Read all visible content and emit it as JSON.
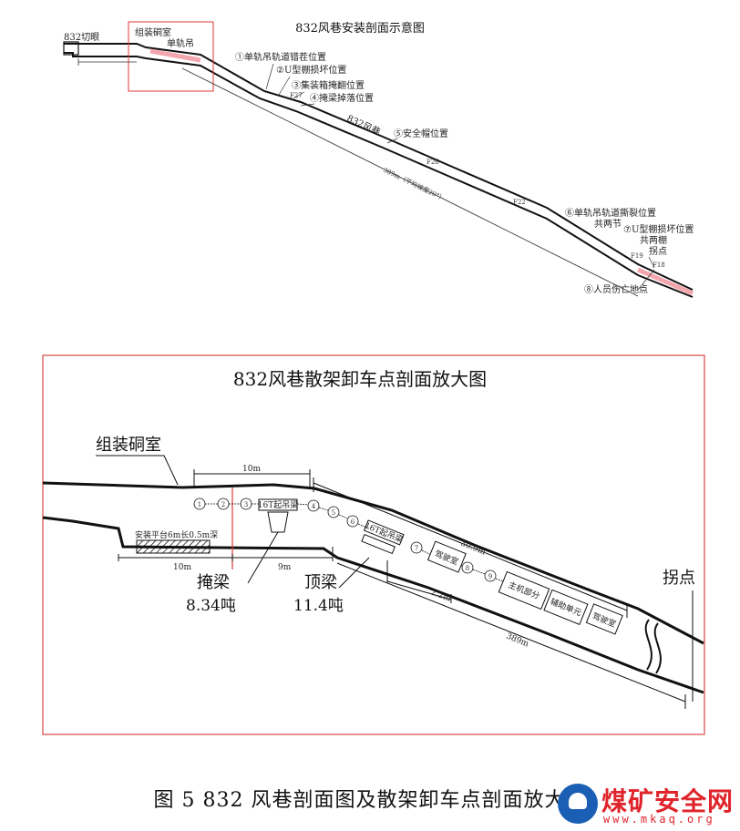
{
  "top_diagram": {
    "title": "832风巷安装剖面示意图",
    "cut_label": "832切眼",
    "chamber_label": "组装硐室",
    "monorail_label": "单轨吊",
    "pos1": "①单轨吊轨道错茬位置",
    "pos2": "②U型棚损坏位置",
    "pos3": "③集装箱掩翻位置",
    "pos4": "④掩梁掉落位置",
    "roadway_label": "832风巷",
    "pos5": "⑤安全帽位置",
    "pos6": "⑥单轨吊轨道撕裂位置",
    "pos6_sub": "共两节",
    "pos7": "⑦U型棚损坏位置",
    "pos7_sub": "共两棚",
    "inflection": "拐点",
    "pos8": "⑧人员伤亡地点",
    "f_marks": [
      "F27",
      "F26",
      "F22",
      "F19",
      "F18"
    ],
    "length_label": "389m（平均坡度20°）"
  },
  "bottom_diagram": {
    "title": "832风巷散架卸车点剖面放大图",
    "chamber_label": "组装硐室",
    "dim_10m_top": "10m",
    "platform_label": "安装平台6m长0.5m深",
    "dim_10m_bottom": "10m",
    "dim_9m": "9m",
    "crane1": "16T起吊梁",
    "crane2": "16T起吊梁",
    "shield_label": "掩梁",
    "shield_weight": "8.34吨",
    "top_beam_label": "顶梁",
    "top_beam_weight": "11.4吨",
    "dim_309": "30.9m",
    "dim_22": "2.2m",
    "dim_389": "389m",
    "inflection": "拐点",
    "car1": "驾驶室",
    "car2": "主机部分",
    "car3": "辅助单元",
    "car4": "驾驶室",
    "circles": [
      "1",
      "2",
      "3",
      "4",
      "5",
      "6",
      "7",
      "8",
      "9"
    ]
  },
  "caption": "图 5 832 风巷剖面图及散架卸车点剖面放大图",
  "watermark": {
    "main": "煤矿安全网",
    "sub": "www.mkaq.org"
  }
}
